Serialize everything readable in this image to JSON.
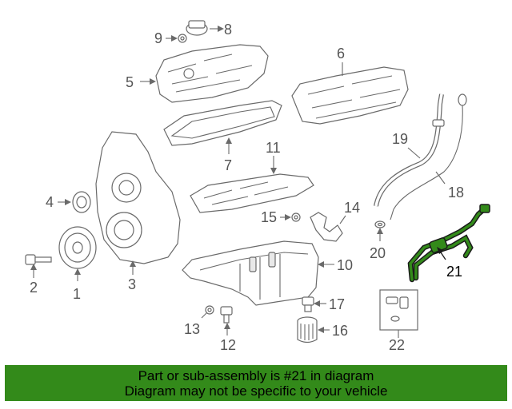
{
  "callouts": {
    "c1": "1",
    "c2": "2",
    "c3": "3",
    "c4": "4",
    "c5": "5",
    "c6": "6",
    "c7": "7",
    "c8": "8",
    "c9": "9",
    "c10": "10",
    "c11": "11",
    "c12": "12",
    "c13": "13",
    "c14": "14",
    "c15": "15",
    "c16": "16",
    "c17": "17",
    "c18": "18",
    "c19": "19",
    "c20": "20",
    "c21": "21",
    "c22": "22"
  },
  "highlight": {
    "part_number": "21",
    "color": "#338a1a"
  },
  "banner": {
    "line1": "Part or sub-assembly is #21 in diagram",
    "line2": "Diagram may not be specific to your vehicle",
    "background": "#338a1a"
  }
}
